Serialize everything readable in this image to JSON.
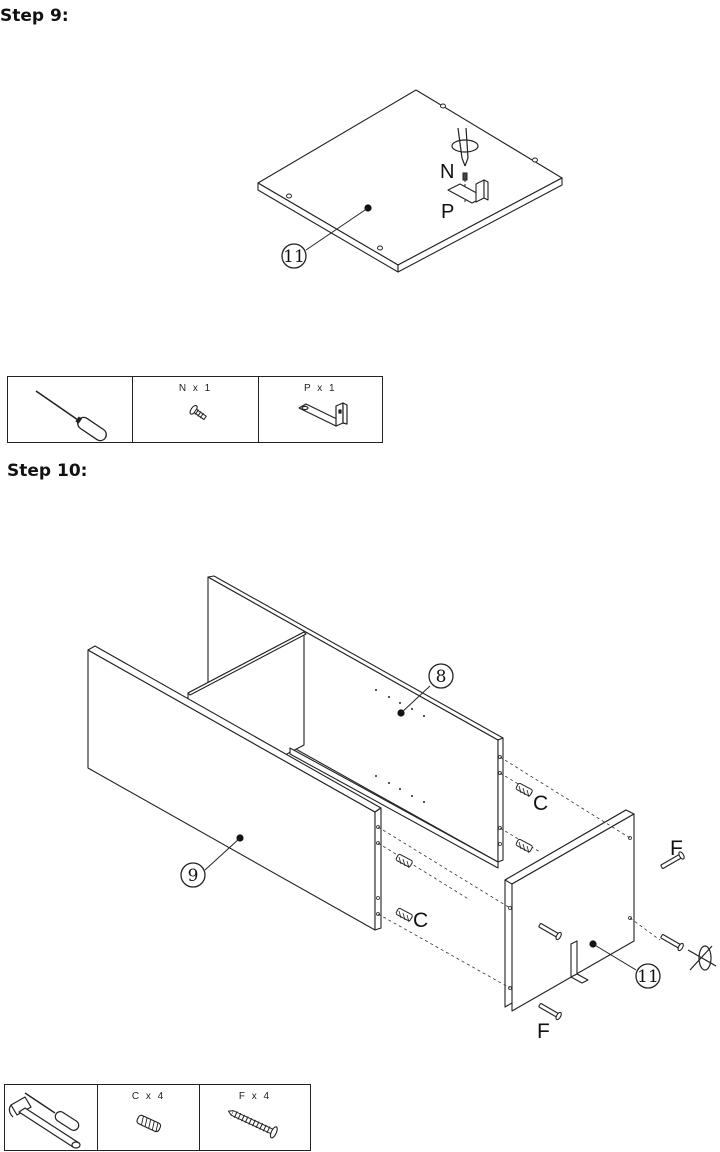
{
  "step9": {
    "title": "Step 9:",
    "callouts": {
      "panel": "⑪",
      "screw": "N",
      "bracket": "P"
    },
    "parts": [
      {
        "icon": "screwdriver-icon",
        "label": ""
      },
      {
        "icon": "screw-n-icon",
        "label": "N x 1"
      },
      {
        "icon": "l-bracket-p-icon",
        "label": "P x 1"
      }
    ]
  },
  "step10": {
    "title": "Step 10:",
    "callouts": {
      "back_panel": "⑧",
      "front_panel": "⑨",
      "side_panel": "⑪",
      "dowel_upper": "C",
      "dowel_lower": "C",
      "screw_upper": "F",
      "screw_lower": "F"
    },
    "parts": [
      {
        "icon": "hammer-and-screwdriver-icon",
        "label": ""
      },
      {
        "icon": "wood-dowel-c-icon",
        "label": "C x 4"
      },
      {
        "icon": "screw-f-icon",
        "label": "F x 4"
      }
    ]
  }
}
